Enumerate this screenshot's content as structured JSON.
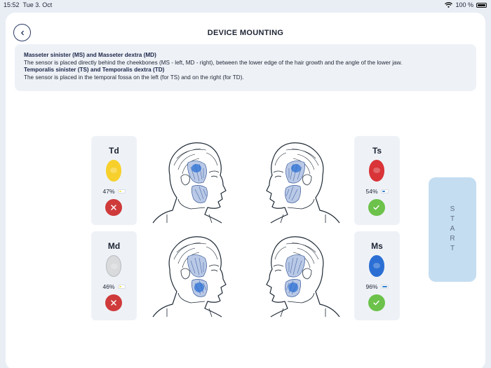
{
  "status_bar": {
    "time": "15:52",
    "date": "Tue 3. Oct",
    "battery": "100 %",
    "wifi_icon": "wifi-icon",
    "battery_icon": "battery-icon"
  },
  "header": {
    "title": "DEVICE MOUNTING",
    "back_icon": "chevron-left-icon"
  },
  "info": {
    "masseter_heading": "Masseter sinister (MS) and Masseter dextra (MD)",
    "masseter_text": "The sensor is placed directly behind the cheekbones (MS - left, MD - right), between the lower edge of the hair growth and the angle of the lower jaw.",
    "temporalis_heading": "Temporalis sinister (TS) and Temporalis dextra (TD)",
    "temporalis_text": "The sensor is placed in the temporal fossa on the left (for TS) and on the right (for TD)."
  },
  "sensors": {
    "td": {
      "label": "Td",
      "battery": "47%",
      "battery_level": 0.47,
      "color": "#f7d02c",
      "status": "disconnected",
      "status_icon": "close-icon",
      "battery_color": "#f2e34a"
    },
    "ts": {
      "label": "Ts",
      "battery": "54%",
      "battery_level": 0.54,
      "color": "#d93438",
      "status": "connected",
      "status_icon": "check-icon",
      "battery_color": "#2f7fd0"
    },
    "md": {
      "label": "Md",
      "battery": "46%",
      "battery_level": 0.46,
      "color": "#d9dadc",
      "status": "disconnected",
      "status_icon": "close-icon",
      "battery_color": "#f2e34a"
    },
    "ms": {
      "label": "Ms",
      "battery": "96%",
      "battery_level": 0.96,
      "color": "#2b6fd4",
      "status": "connected",
      "status_icon": "check-icon",
      "battery_color": "#2f7fd0"
    }
  },
  "colors": {
    "connected": "#6cc24a",
    "disconnected": "#cf3a3a",
    "start_bg": "#c4ddf1",
    "start_text": "#5f6f85"
  },
  "start_button": {
    "label": "START"
  }
}
